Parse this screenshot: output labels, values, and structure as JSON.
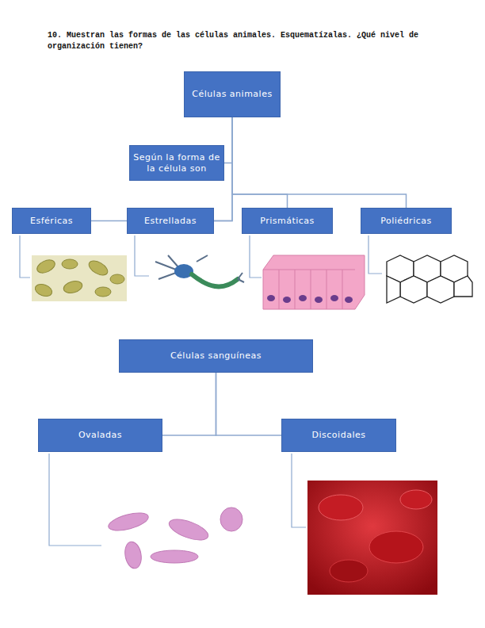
{
  "diagram": {
    "title": "10. Muestran las formas de las células animales. Esquematízalas. ¿Qué nivel de organización tienen?",
    "nodes": [
      {
        "text": [
          "Células animales"
        ]
      },
      {
        "text": [
          "Según la forma de la célula son"
        ]
      },
      {
        "text": [
          "Esféricas"
        ]
      },
      {
        "text": [
          "Estrelladas"
        ]
      },
      {
        "text": [
          "Prismáticas"
        ]
      },
      {
        "text": [
          "Poliédricas"
        ]
      },
      {
        "text": [
          "Células sanguíneas"
        ]
      },
      {
        "text": [
          "Ovaladas"
        ]
      },
      {
        "text": [
          "Discoidales"
        ]
      }
    ],
    "edges": [
      {
        "from": 0,
        "to": 1,
        "arrow": "none"
      },
      {
        "from": 0,
        "to": 2,
        "arrow": "none"
      },
      {
        "from": 0,
        "to": 3,
        "arrow": "none"
      },
      {
        "from": 0,
        "to": 4,
        "arrow": "none"
      },
      {
        "from": 0,
        "to": 5,
        "arrow": "none"
      },
      {
        "from": 6,
        "to": 7,
        "arrow": "none"
      },
      {
        "from": 6,
        "to": 8,
        "arrow": "none"
      }
    ]
  }
}
